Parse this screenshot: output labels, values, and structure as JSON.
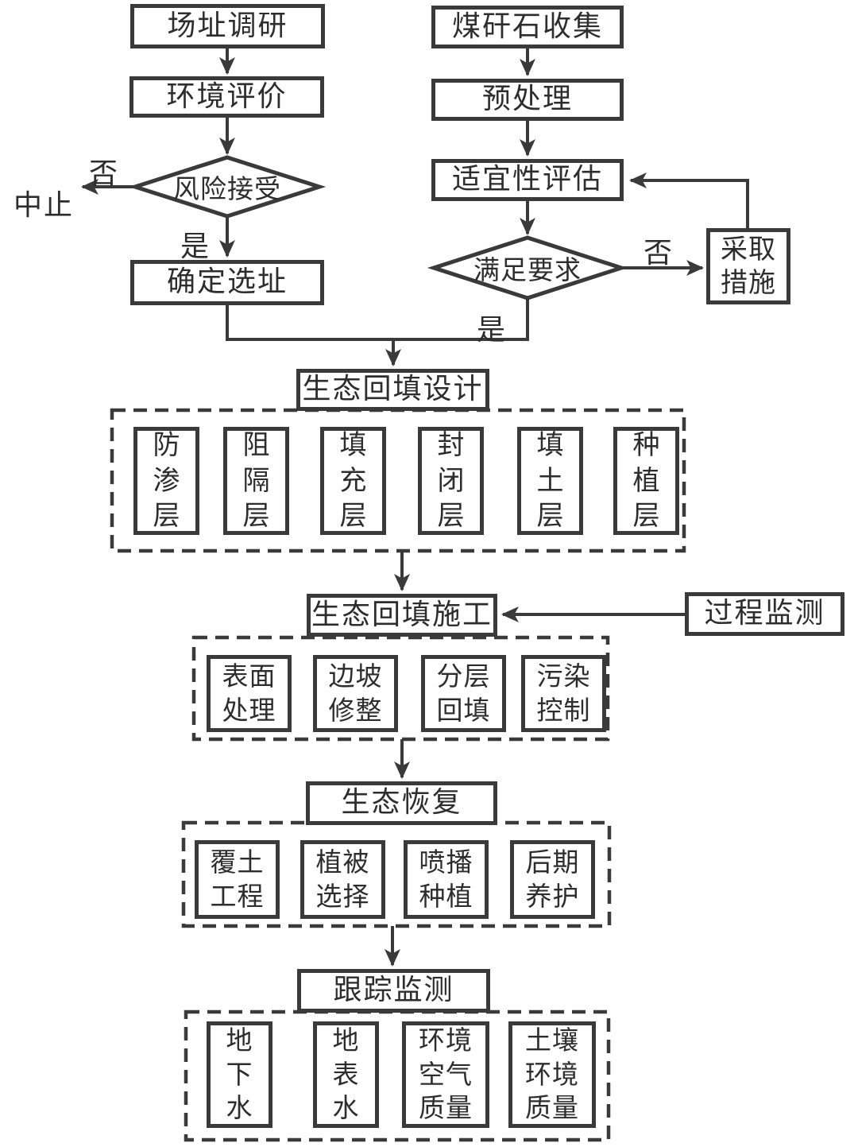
{
  "colors": {
    "stroke": "#3a3a3a",
    "text": "#2d2d2d",
    "bg": "#ffffff"
  },
  "flow": {
    "labels": {
      "yes_left": "是",
      "no_left": "否",
      "yes_right": "是",
      "no_right": "否",
      "abort": "中止"
    },
    "left_branch": {
      "site_survey": "场址调研",
      "env_evaluation": "环境评价",
      "risk_acceptance": "风险接受",
      "confirm_site": "确定选址"
    },
    "right_branch": {
      "gangue_collection": "煤矸石收集",
      "pretreatment": "预处理",
      "suitability_evaluation": "适宜性评估",
      "meet_requirements": "满足要求",
      "take_measures": [
        "采取",
        "措施"
      ]
    },
    "design": {
      "title": "生态回填设计",
      "layers": [
        [
          "防",
          "渗",
          "层"
        ],
        [
          "阻",
          "隔",
          "层"
        ],
        [
          "填",
          "充",
          "层"
        ],
        [
          "封",
          "闭",
          "层"
        ],
        [
          "填",
          "土",
          "层"
        ],
        [
          "种",
          "植",
          "层"
        ]
      ]
    },
    "construction": {
      "title": "生态回填施工",
      "process_monitoring": "过程监测",
      "items": [
        [
          "表面",
          "处理"
        ],
        [
          "边坡",
          "修整"
        ],
        [
          "分层",
          "回填"
        ],
        [
          "污染",
          "控制"
        ]
      ]
    },
    "restoration": {
      "title": "生态恢复",
      "items": [
        [
          "覆土",
          "工程"
        ],
        [
          "植被",
          "选择"
        ],
        [
          "喷播",
          "种植"
        ],
        [
          "后期",
          "养护"
        ]
      ]
    },
    "tracking": {
      "title": "跟踪监测",
      "items": [
        [
          "地",
          "下",
          "水"
        ],
        [
          "地",
          "表",
          "水"
        ],
        [
          "环境",
          "空气",
          "质量"
        ],
        [
          "土壤",
          "环境",
          "质量"
        ]
      ]
    }
  }
}
